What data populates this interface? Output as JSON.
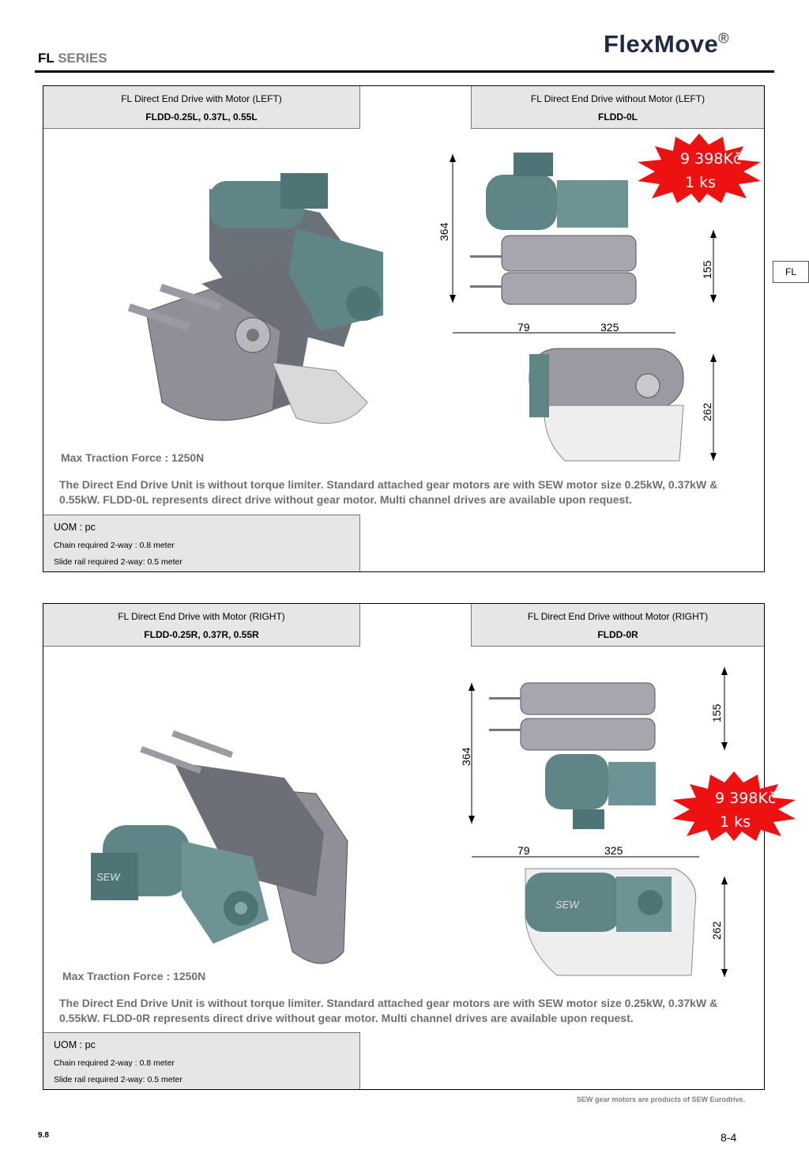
{
  "header": {
    "series_bold": "FL",
    "series_rest": " SERIES",
    "brand": "FlexMove",
    "brand_reg": "®"
  },
  "side_tab": "FL",
  "panels": [
    {
      "left_title": "FL Direct End Drive with Motor (LEFT)",
      "left_models": "FLDD-0.25L, 0.37L, 0.55L",
      "right_title": "FL Direct End Drive without Motor (LEFT)",
      "right_models": "FLDD-0L",
      "max_force": "Max Traction Force : 1250N",
      "description": "The Direct End Drive Unit  is without torque limiter. Standard attached gear motors are with SEW motor size 0.25kW, 0.37kW & 0.55kW. FLDD-0L represents direct drive without  gear motor. Multi channel drives are available upon request.",
      "uom": "UOM : pc",
      "chain": "Chain required 2-way : 0.8 meter",
      "slide": "Slide rail required 2-way:  0.5 meter",
      "price": "9 398Kč",
      "qty": "1 ks",
      "dims": {
        "height": "364",
        "mid": "155",
        "offset": "79",
        "length": "325",
        "lower": "262"
      }
    },
    {
      "left_title": "FL Direct End Drive with Motor (RIGHT)",
      "left_models": "FLDD-0.25R, 0.37R, 0.55R",
      "right_title": "FL Direct End Drive without Motor (RIGHT)",
      "right_models": "FLDD-0R",
      "max_force": "Max Traction Force : 1250N",
      "description": "The Direct End Drive Unit is without torque limiter. Standard attached gear motors are with SEW motor size 0.25kW, 0.37kW & 0.55kW. FLDD-0R represents direct drive without gear motor. Multi channel drives are available upon request.",
      "uom": "UOM : pc",
      "chain": "Chain required 2-way : 0.8 meter",
      "slide": "Slide rail required 2-way:  0.5 meter",
      "price": "9 398Kč",
      "qty": "1 ks",
      "motor_label": "SEW",
      "dims": {
        "height": "364",
        "mid": "155",
        "offset": "79",
        "length": "325",
        "lower": "262"
      }
    }
  ],
  "footer": {
    "note": "SEW gear motors are products of SEW Eurodrive.",
    "left": "9.8",
    "right": "8-4"
  },
  "colors": {
    "price_burst": "#ee1111",
    "motor_teal": "#5f8587",
    "plate_gray": "#8f8f98"
  }
}
